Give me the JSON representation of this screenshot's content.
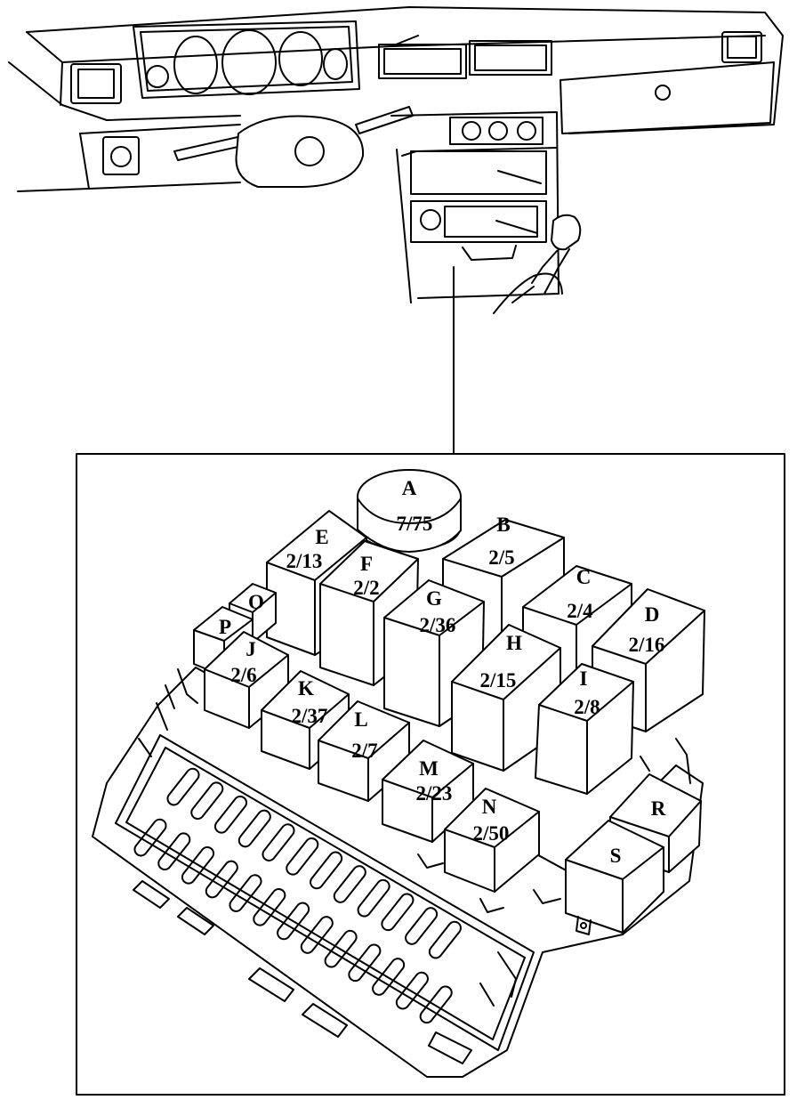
{
  "relays": [
    {
      "id": "A",
      "letter": "A",
      "code": "7/75"
    },
    {
      "id": "B",
      "letter": "B",
      "code": "2/5"
    },
    {
      "id": "C",
      "letter": "C",
      "code": "2/4"
    },
    {
      "id": "D",
      "letter": "D",
      "code": "2/16"
    },
    {
      "id": "E",
      "letter": "E",
      "code": "2/13"
    },
    {
      "id": "F",
      "letter": "F",
      "code": "2/2"
    },
    {
      "id": "G",
      "letter": "G",
      "code": "2/36"
    },
    {
      "id": "H",
      "letter": "H",
      "code": "2/15"
    },
    {
      "id": "I",
      "letter": "I",
      "code": "2/8"
    },
    {
      "id": "J",
      "letter": "J",
      "code": "2/6"
    },
    {
      "id": "K",
      "letter": "K",
      "code": "2/37"
    },
    {
      "id": "L",
      "letter": "L",
      "code": "2/7"
    },
    {
      "id": "M",
      "letter": "M",
      "code": "2/23"
    },
    {
      "id": "N",
      "letter": "N",
      "code": "2/50"
    },
    {
      "id": "O",
      "letter": "O",
      "code": ""
    },
    {
      "id": "P",
      "letter": "P",
      "code": ""
    },
    {
      "id": "R",
      "letter": "R",
      "code": ""
    },
    {
      "id": "S",
      "letter": "S",
      "code": ""
    }
  ]
}
